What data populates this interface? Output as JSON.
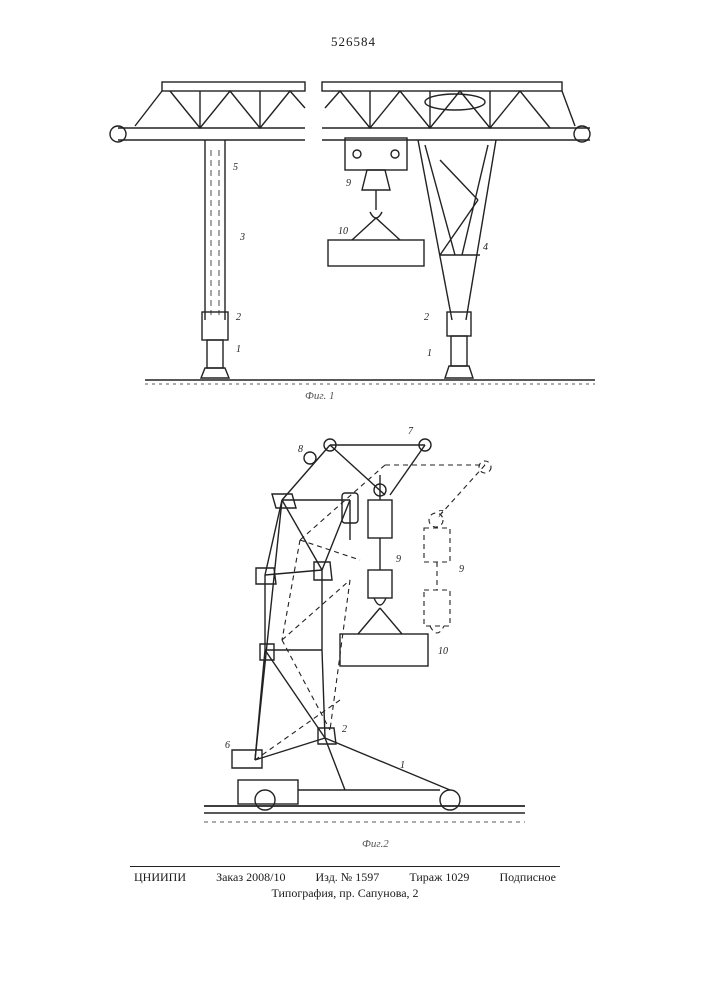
{
  "document": {
    "patent_number": "526584",
    "figures": [
      {
        "caption": "Фиг. 1",
        "labels": [
          "1",
          "2",
          "3",
          "4",
          "5",
          "9",
          "10"
        ]
      },
      {
        "caption": "Фиг.2",
        "labels": [
          "1",
          "2",
          "6",
          "7",
          "8",
          "9",
          "10"
        ]
      }
    ],
    "footer": {
      "org": "ЦНИИПИ",
      "order": "Заказ 2008/10",
      "edition": "Изд. № 1597",
      "print_run": "Тираж 1029",
      "subscription": "Подписное",
      "printing_house": "Типография, пр. Сапунова, 2"
    }
  }
}
